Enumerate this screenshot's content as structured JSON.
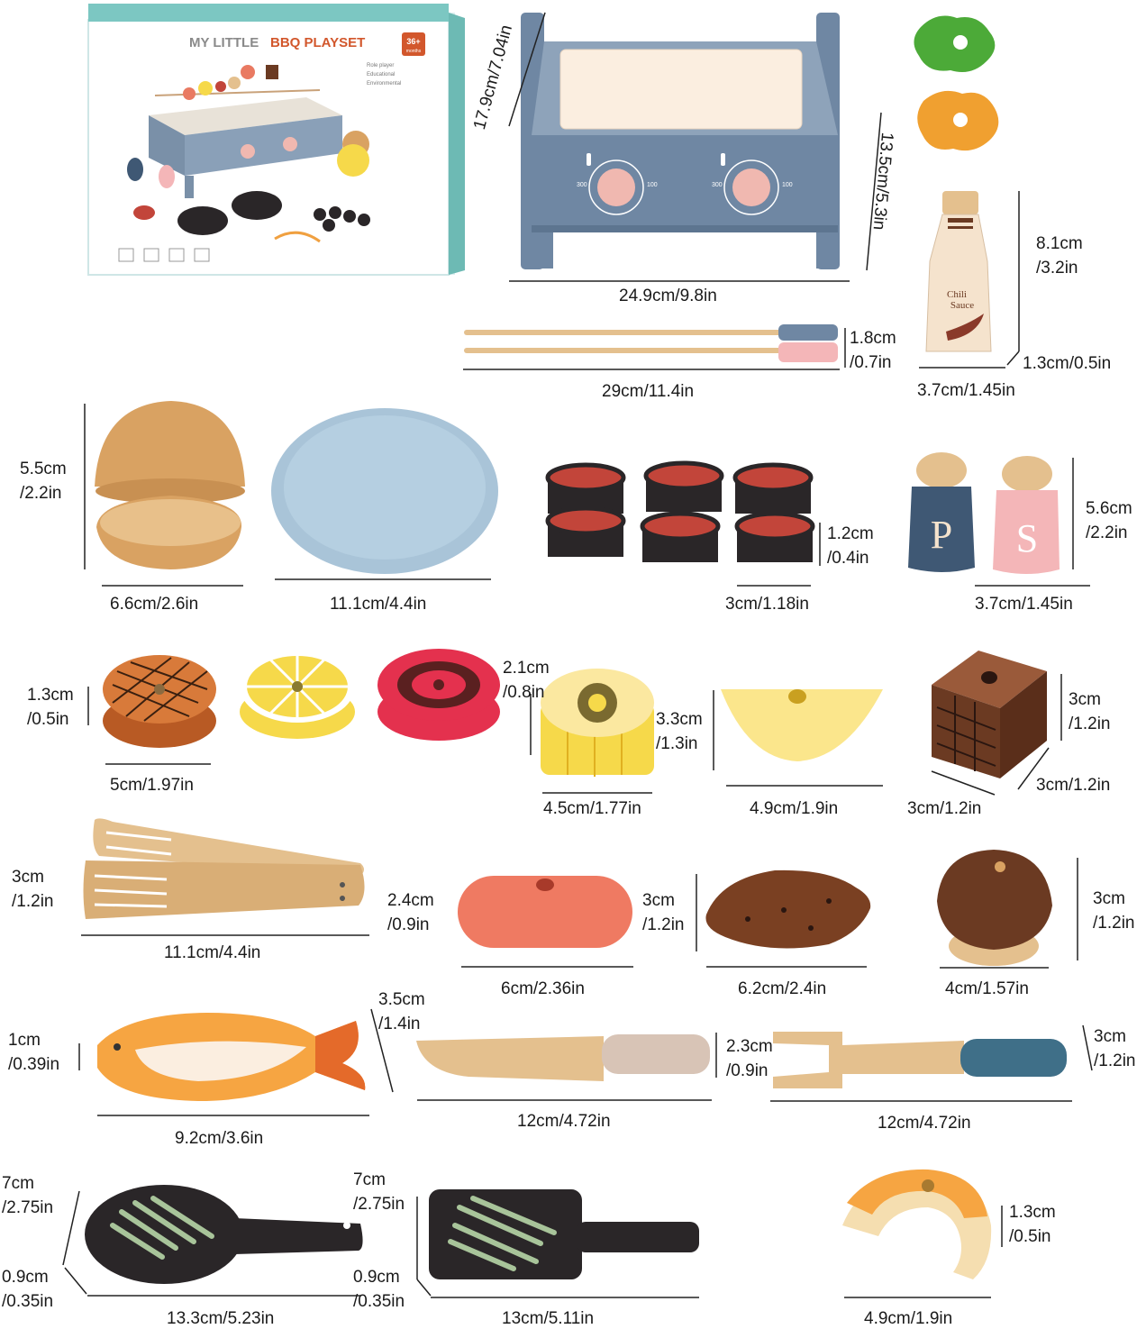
{
  "box": {
    "title_a": "MY LITTLE",
    "title_b": "BBQ PLAYSET",
    "age": "36+",
    "age_sub": "months",
    "bullets": [
      "Role player",
      "Educational",
      "Environmental"
    ]
  },
  "item_text": {
    "salt": "S",
    "pepper": "P",
    "sauce_line1": "Chili",
    "sauce_line2": "Sauce",
    "knob_low": "300",
    "knob_high": "100"
  },
  "labels": {
    "grill_height": "17.9cm/7.04in",
    "grill_depth": "13.5cm/5.3in",
    "grill_width": "24.9cm/9.8in",
    "skewer_height": [
      "1.8cm",
      "/0.7in"
    ],
    "skewer_length": "29cm/11.4in",
    "sauce_height": [
      "8.1cm",
      "/3.2in"
    ],
    "sauce_depth": "1.3cm/0.5in",
    "sauce_width": "3.7cm/1.45in",
    "bun_height": [
      "5.5cm",
      "/2.2in"
    ],
    "bun_width": "6.6cm/2.6in",
    "plate_width": "11.1cm/4.4in",
    "slices_height": [
      "1.2cm",
      "/0.4in"
    ],
    "slices_width": "3cm/1.18in",
    "shaker_height": [
      "5.6cm",
      "/2.2in"
    ],
    "shaker_width": "3.7cm/1.45in",
    "patty_height": [
      "1.3cm",
      "/0.5in"
    ],
    "patty_width": "5cm/1.97in",
    "tomato_height": [
      "2.1cm",
      "/0.8in"
    ],
    "corn_height": [
      "3.3cm",
      "/1.3in"
    ],
    "corn_width": "4.5cm/1.77in",
    "cheese_width": "4.9cm/1.9in",
    "cube_height": [
      "3cm",
      "/1.2in"
    ],
    "cube_depth": "3cm/1.2in",
    "cube_width": "3cm/1.2in",
    "tongs_height": [
      "3cm",
      "/1.2in"
    ],
    "tongs_width": "11.1cm/4.4in",
    "sausage_height": [
      "2.4cm",
      "/0.9in"
    ],
    "sausage_width": "6cm/2.36in",
    "potato_height": [
      "3cm",
      "/1.2in"
    ],
    "potato_width": "6.2cm/2.4in",
    "mushroom_height": [
      "3cm",
      "/1.2in"
    ],
    "mushroom_width": "4cm/1.57in",
    "fish_height": [
      "1cm",
      "/0.39in"
    ],
    "fish_depth": [
      "3.5cm",
      "/1.4in"
    ],
    "fish_width": "9.2cm/3.6in",
    "knife_height": [
      "2.3cm",
      "/0.9in"
    ],
    "knife_width": "12cm/4.72in",
    "fork_height": [
      "3cm",
      "/1.2in"
    ],
    "fork_width": "12cm/4.72in",
    "pan1_height": [
      "7cm",
      "/2.75in"
    ],
    "pan1_depth": [
      "0.9cm",
      "/0.35in"
    ],
    "pan1_width": "13.3cm/5.23in",
    "pan2_height": [
      "7cm",
      "/2.75in"
    ],
    "pan2_depth": [
      "0.9cm",
      "/0.35in"
    ],
    "pan2_width": "13cm/5.11in",
    "shrimp_height": [
      "1.3cm",
      "/0.5in"
    ],
    "shrimp_width": "4.9cm/1.9in"
  },
  "colors": {
    "grill_blue": "#6f87a3",
    "knob_pink": "#f0b8b0",
    "wood": "#e4c08e",
    "dark_wood": "#6b3a22",
    "salmon": "#e97a62",
    "yellow": "#f6d94a",
    "teal_box": "#7cc7c2",
    "box_title": "#d2572c",
    "navy": "#3f5874",
    "pink": "#f4b6b8",
    "black_item": "#2a2628",
    "ember": "#c2453a"
  }
}
